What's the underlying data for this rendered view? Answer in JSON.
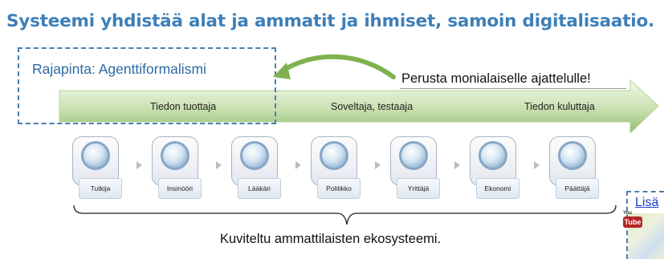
{
  "slide": {
    "title": "Systeemi yhdistää alat ja ammatit ja ihmiset, samoin digitalisaatio.",
    "interface_box": {
      "label": "Rajapinta: Agenttiformalismi"
    },
    "note": "Perusta monialaiselle ajattelulle!",
    "flow_arrow": {
      "stages": [
        "Tiedon tuottaja",
        "Soveltaja, testaaja",
        "Tiedon kuluttaja"
      ]
    },
    "chain": [
      {
        "label": "Tutkija"
      },
      {
        "label": "Insinööri"
      },
      {
        "label": "Lääkäri"
      },
      {
        "label": "Politikko"
      },
      {
        "label": "Yrittäjä"
      },
      {
        "label": "Ekonomi"
      },
      {
        "label": "Päättäjä"
      }
    ],
    "caption": "Kuviteltu ammattilaisten ekosysteemi.",
    "side_panel": {
      "link": "Lisä",
      "video_logo": {
        "top": "You",
        "bottom": "Tube"
      }
    }
  },
  "colors": {
    "title": "#3d7fb8",
    "dash_border": "#4d7fae",
    "arrow_fill_light": "#eaf3df",
    "arrow_fill_dark": "#8fbd6e",
    "curve_arrow": "#7fb24f"
  }
}
